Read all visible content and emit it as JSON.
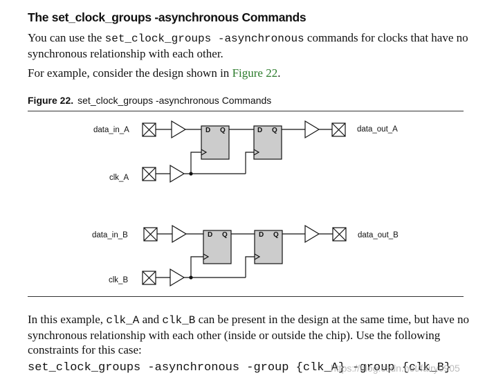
{
  "heading": "The set_clock_groups -asynchronous Commands",
  "intro": {
    "before": "You can use the ",
    "code": "set_clock_groups -asynchronous",
    "after": " commands for clocks that have no synchronous relationship with each other."
  },
  "example": {
    "before": "For example, consider the design shown in ",
    "link": "Figure 22",
    "after": "."
  },
  "figure": {
    "label": "Figure 22.",
    "title": "set_clock_groups -asynchronous Commands",
    "circuits": [
      {
        "data_in": "data_in_A",
        "clk": "clk_A",
        "data_out": "data_out_A",
        "ff_d": "D",
        "ff_q": "Q"
      },
      {
        "data_in": "data_in_B",
        "clk": "clk_B",
        "data_out": "data_out_B",
        "ff_d": "D",
        "ff_q": "Q"
      }
    ]
  },
  "body_text": {
    "t1": "In this example, ",
    "c1": "clk_A",
    "t2": " and ",
    "c2": "clk_B",
    "t3": " can be present in the design at the same time, but have no synchronous relationship with each other (inside or outside the chip). Use the following constraints for this case:"
  },
  "code_line": "set_clock_groups -asynchronous -group {clk_A} -group {clk_B}",
  "watermark": "https://blog.csdn.net/fairy0905",
  "colors": {
    "link": "#2a7a2a",
    "flipflop_fill": "#cccccc",
    "text": "#111111"
  }
}
